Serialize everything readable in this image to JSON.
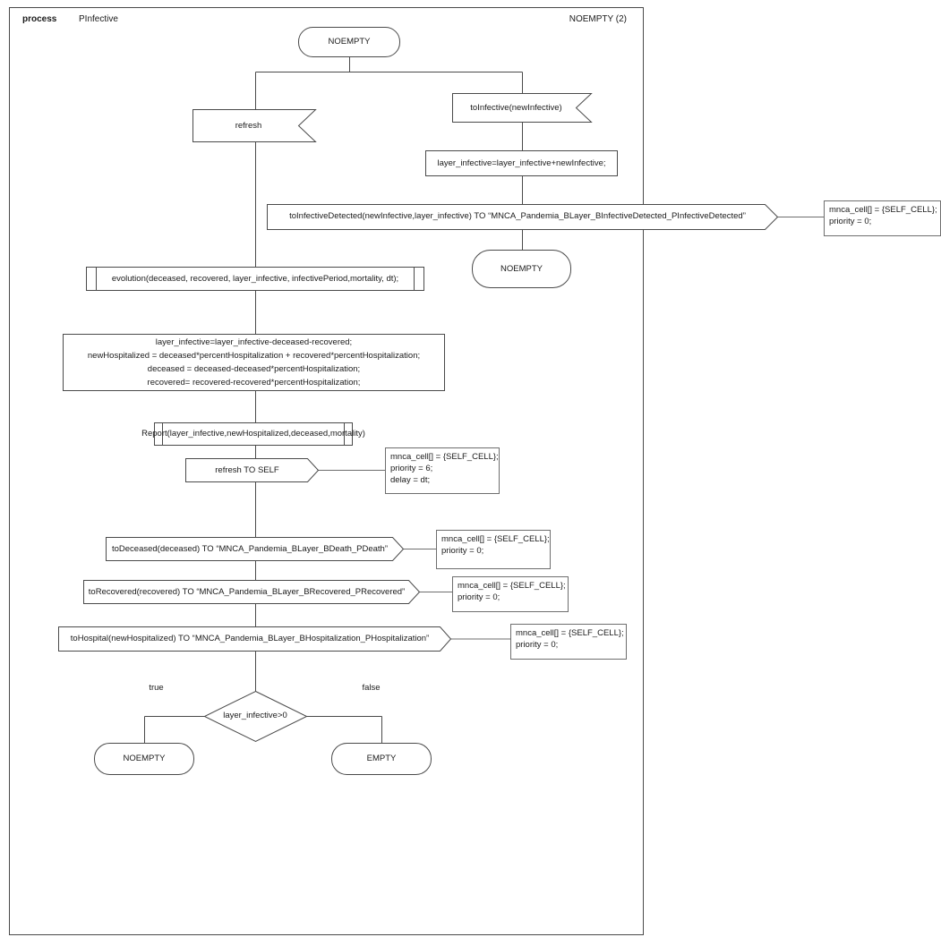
{
  "header": {
    "kind_label": "process",
    "process_name": "PInfective",
    "diagram_title": "NOEMPTY (2)"
  },
  "nodes": {
    "state_start": "NOEMPTY",
    "input_refresh": "refresh",
    "input_to_infective": "toInfective(newInfective)",
    "task_accumulate": "layer_infective=layer_infective+newInfective;",
    "output_to_infective_detected": "toInfectiveDetected(newInfective,layer_infective) TO “MNCA_Pandemia_BLayer_BInfectiveDetected_PInfectiveDetected”",
    "state_noempty_after_receive": "NOEMPTY",
    "procedure_evolution": "evolution(deceased, recovered, layer_infective, infectivePeriod,mortality, dt);",
    "task_update_lines": [
      "layer_infective=layer_infective-deceased-recovered;",
      "newHospitalized = deceased*percentHospitalization + recovered*percentHospitalization;",
      "deceased = deceased-deceased*percentHospitalization;",
      "recovered= recovered-recovered*percentHospitalization;"
    ],
    "procedure_report": "Report(layer_infective,newHospitalized,deceased,mortality)",
    "output_refresh_self": "refresh TO SELF",
    "output_to_deceased": "toDeceased(deceased) TO “MNCA_Pandemia_BLayer_BDeath_PDeath”",
    "output_to_recovered": "toRecovered(recovered) TO “MNCA_Pandemia_BLayer_BRecovered_PRecovered”",
    "output_to_hospital": "toHospital(newHospitalized) TO “MNCA_Pandemia_BLayer_BHospitalization_PHospitalization”",
    "decision_condition": "layer_infective>0",
    "branch_true_label": "true",
    "branch_false_label": "false",
    "state_end_noempty": "NOEMPTY",
    "state_end_empty": "EMPTY"
  },
  "comments": {
    "infective_detected": [
      "mnca_cell[] = {SELF_CELL};",
      "priority = 0;"
    ],
    "refresh_self": [
      "mnca_cell[] = {SELF_CELL};",
      "priority = 6;",
      "delay = dt;"
    ],
    "to_deceased": [
      "mnca_cell[] = {SELF_CELL};",
      "priority = 0;"
    ],
    "to_recovered": [
      "mnca_cell[] = {SELF_CELL};",
      "priority = 0;"
    ],
    "to_hospital": [
      "mnca_cell[] = {SELF_CELL};",
      "priority = 0;"
    ]
  },
  "colors": {
    "line": "#4a4a4a",
    "comment_line": "#6e6e6e",
    "text": "#1a1a1a",
    "background": "#ffffff"
  }
}
